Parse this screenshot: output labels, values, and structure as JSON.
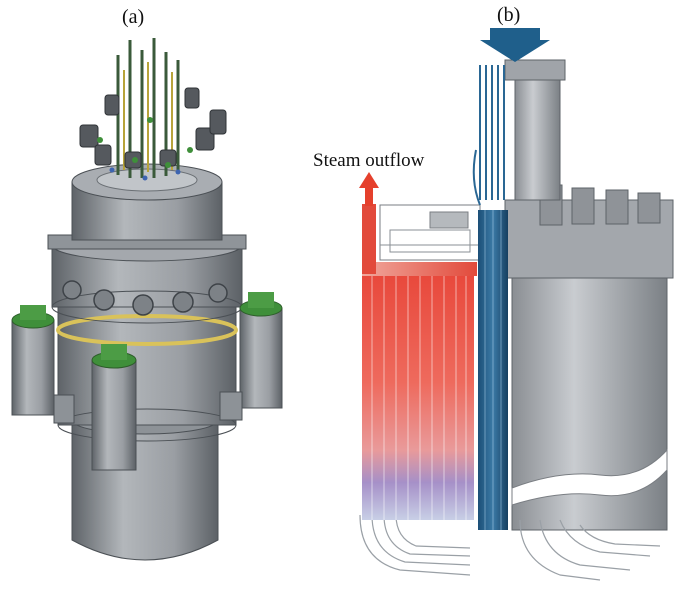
{
  "panels": {
    "a": {
      "label": "(a)"
    },
    "b": {
      "label": "(b)"
    }
  },
  "annotations": {
    "steam_outflow": "Steam outflow"
  },
  "colors": {
    "vessel_gray": "#9a9ea3",
    "vessel_dark": "#6e7378",
    "hot_red": "#e8473a",
    "warm_pink": "#f29c93",
    "cool_violet": "#a690c8",
    "pale_blue": "#c8cfe6",
    "inflow_blue": "#1f5f8b",
    "arrow_red": "#e5402c",
    "top_green": "#3f8f3a",
    "yellow_ring": "#d9c25a"
  },
  "icons": {
    "inflow": "down-arrow-icon",
    "outflow": "up-arrow-icon"
  }
}
